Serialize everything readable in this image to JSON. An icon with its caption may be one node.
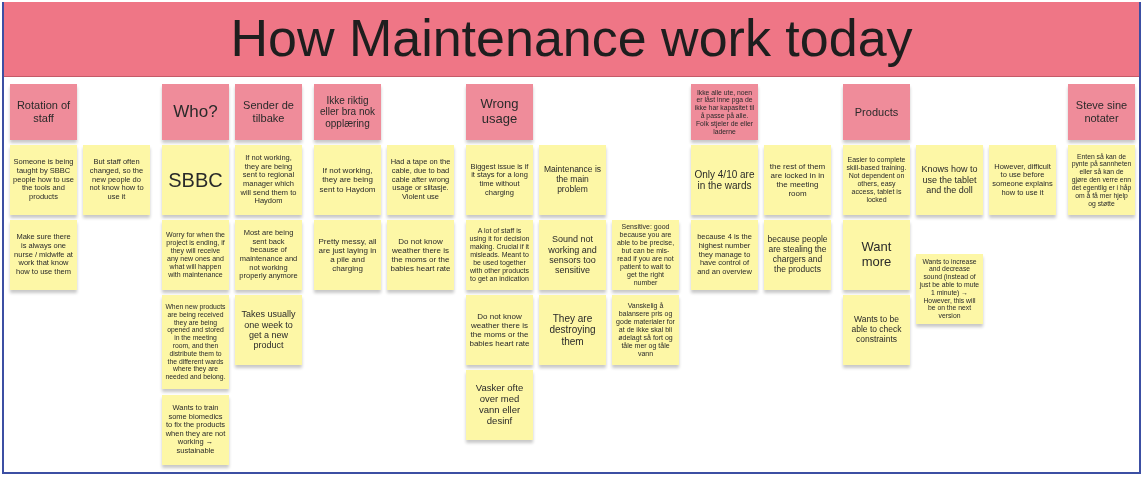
{
  "diagram": {
    "title": "How Maintenance work today",
    "nodes": [
      {
        "text": [
          "Rotation of staff"
        ]
      },
      {
        "text": [
          "Someone is being taught by SBBC people how to use the tools and products"
        ]
      },
      {
        "text": [
          "But staff often changed, so the new people do not know how to use it"
        ]
      },
      {
        "text": [
          "Make sure there is always one nurse / midwife at work that know how to use them"
        ]
      },
      {
        "text": [
          "Who?"
        ]
      },
      {
        "text": [
          "Sender de tilbake"
        ]
      },
      {
        "text": [
          "SBBC"
        ]
      },
      {
        "text": [
          "If not working, they are being sent to regional manager which will send them to Haydom"
        ]
      },
      {
        "text": [
          "Worry for when the project is ending, if they will receive any new ones and what will happen with maintenance"
        ]
      },
      {
        "text": [
          "Most are being sent back because of maintenance and not working properly anymore"
        ]
      },
      {
        "text": [
          "When new products are being received they are being opened and stored in the meeting room, and then distribute them to the different wards where they are needed and belong."
        ]
      },
      {
        "text": [
          "Takes usually one week to get a new product"
        ]
      },
      {
        "text": [
          "Wants to train some biomedics to fix the products when they are not working → sustainable"
        ]
      },
      {
        "text": [
          "Ikke riktig eller bra nok opplæring"
        ]
      },
      {
        "text": [
          "If not working, they are being sent to Haydom"
        ]
      },
      {
        "text": [
          "Had a tape on the cable, due to bad cable after wrong usage or slitasje. Violent use"
        ]
      },
      {
        "text": [
          "Pretty messy, all are just laying in a pile and charging"
        ]
      },
      {
        "text": [
          "Do not know weather there is the moms or the babies heart rate"
        ]
      },
      {
        "text": [
          "Wrong usage"
        ]
      },
      {
        "text": [
          "Biggest issue is if it stays for a long time without charging"
        ]
      },
      {
        "text": [
          "Maintenance is the main problem"
        ]
      },
      {
        "text": [
          "A lot of staff is using it for decision making. Crucial if it misleads. Meant to be used together with other products to get an indication"
        ]
      },
      {
        "text": [
          "Sound not working and sensors too sensitive"
        ]
      },
      {
        "text": [
          "Sensitive: good because you are able to be precise, but can be mis-read if you are not patient to wait to get the right number"
        ]
      },
      {
        "text": [
          "Do not know weather there is the moms or the babies heart rate"
        ]
      },
      {
        "text": [
          "They are destroying them"
        ]
      },
      {
        "text": [
          "Vanskelig å balansere pris og gode materialer for at de ikke skal bli ødelagt så fort og tåle mer og tåle vann"
        ]
      },
      {
        "text": [
          "Vasker ofte over med vann eller desinf"
        ]
      },
      {
        "text": [
          "Ikke alle ute, noen er låst inne pga de ikke har kapasitet til å passe på alle. Folk stjeler de eller laderne"
        ]
      },
      {
        "text": [
          "Only 4/10 are in the wards"
        ]
      },
      {
        "text": [
          "the rest of them are locked in in the meeting room"
        ]
      },
      {
        "text": [
          "because 4 is the highest number they manage to have control of and an overview"
        ]
      },
      {
        "text": [
          "because people are stealing the chargers and the products"
        ]
      },
      {
        "text": [
          "Products"
        ]
      },
      {
        "text": [
          "Easier to complete skill-based training. Not dependent on others, easy access, tablet is locked"
        ]
      },
      {
        "text": [
          "Knows how to use the tablet and the doll"
        ]
      },
      {
        "text": [
          "However, difficult to use before someone explains how to use it"
        ]
      },
      {
        "text": [
          "Want more"
        ]
      },
      {
        "text": [
          "Wants to increase and decrease sound (instead of just be able to mute 1 minute) → However, this will be on the next version"
        ]
      },
      {
        "text": [
          "Wants to be able to check constraints"
        ]
      },
      {
        "text": [
          "Steve sine notater"
        ]
      },
      {
        "text": [
          "Enten så kan de pynte på sannheten eller så kan de gjøre den verre enn det egentlig er i håp om å få mer hjelp og støtte"
        ]
      }
    ]
  }
}
